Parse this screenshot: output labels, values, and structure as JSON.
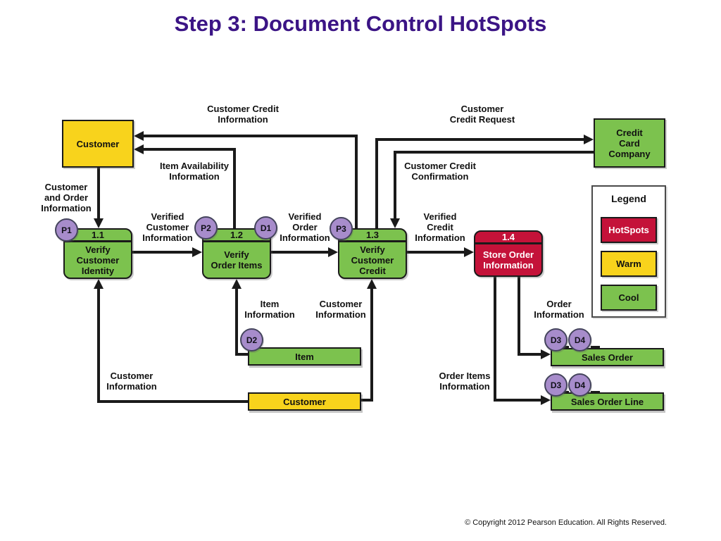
{
  "title": "Step 3: Document Control HotSpots",
  "copyright": "© Copyright 2012 Pearson Education. All Rights Reserved.",
  "colors": {
    "title_purple": "#3B1485",
    "hotspot_red": "#C41239",
    "warm_yellow": "#F8D31C",
    "cool_green": "#7CC24E",
    "badge_purple": "#A78CCB"
  },
  "external_entities": {
    "customer": "Customer",
    "credit_card_company": "Credit\nCard\nCompany"
  },
  "processes": [
    {
      "id": "1.1",
      "name": "Verify\nCustomer\nIdentity",
      "temperature": "cool"
    },
    {
      "id": "1.2",
      "name": "Verify\nOrder Items",
      "temperature": "cool"
    },
    {
      "id": "1.3",
      "name": "Verify\nCustomer\nCredit",
      "temperature": "cool"
    },
    {
      "id": "1.4",
      "name": "Store Order\nInformation",
      "temperature": "hot"
    }
  ],
  "data_stores": [
    {
      "name": "Item",
      "temperature": "cool"
    },
    {
      "name": "Customer",
      "temperature": "warm"
    },
    {
      "name": "Sales Order",
      "temperature": "cool"
    },
    {
      "name": "Sales Order Line",
      "temperature": "cool"
    }
  ],
  "badges": {
    "p1": "P1",
    "p2": "P2",
    "p3": "P3",
    "d1": "D1",
    "d2": "D2",
    "d3": "D3",
    "d4": "D4"
  },
  "legend": {
    "title": "Legend",
    "items": [
      {
        "label": "HotSpots",
        "temperature": "hot"
      },
      {
        "label": "Warm",
        "temperature": "warm"
      },
      {
        "label": "Cool",
        "temperature": "cool"
      }
    ]
  },
  "flow_labels": {
    "customer_credit_information": "Customer Credit\nInformation",
    "customer_credit_request": "Customer\nCredit Request",
    "item_availability_information": "Item Availability\nInformation",
    "customer_credit_confirmation": "Customer Credit\nConfirmation",
    "customer_and_order_information": "Customer\nand Order\nInformation",
    "verified_customer_information": "Verified\nCustomer\nInformation",
    "verified_order_information": "Verified\nOrder\nInformation",
    "verified_credit_information": "Verified\nCredit\nInformation",
    "item_information": "Item\nInformation",
    "customer_information_mid": "Customer\nInformation",
    "order_information": "Order\nInformation",
    "customer_information_bottom": "Customer\nInformation",
    "order_items_information": "Order Items\nInformation"
  }
}
